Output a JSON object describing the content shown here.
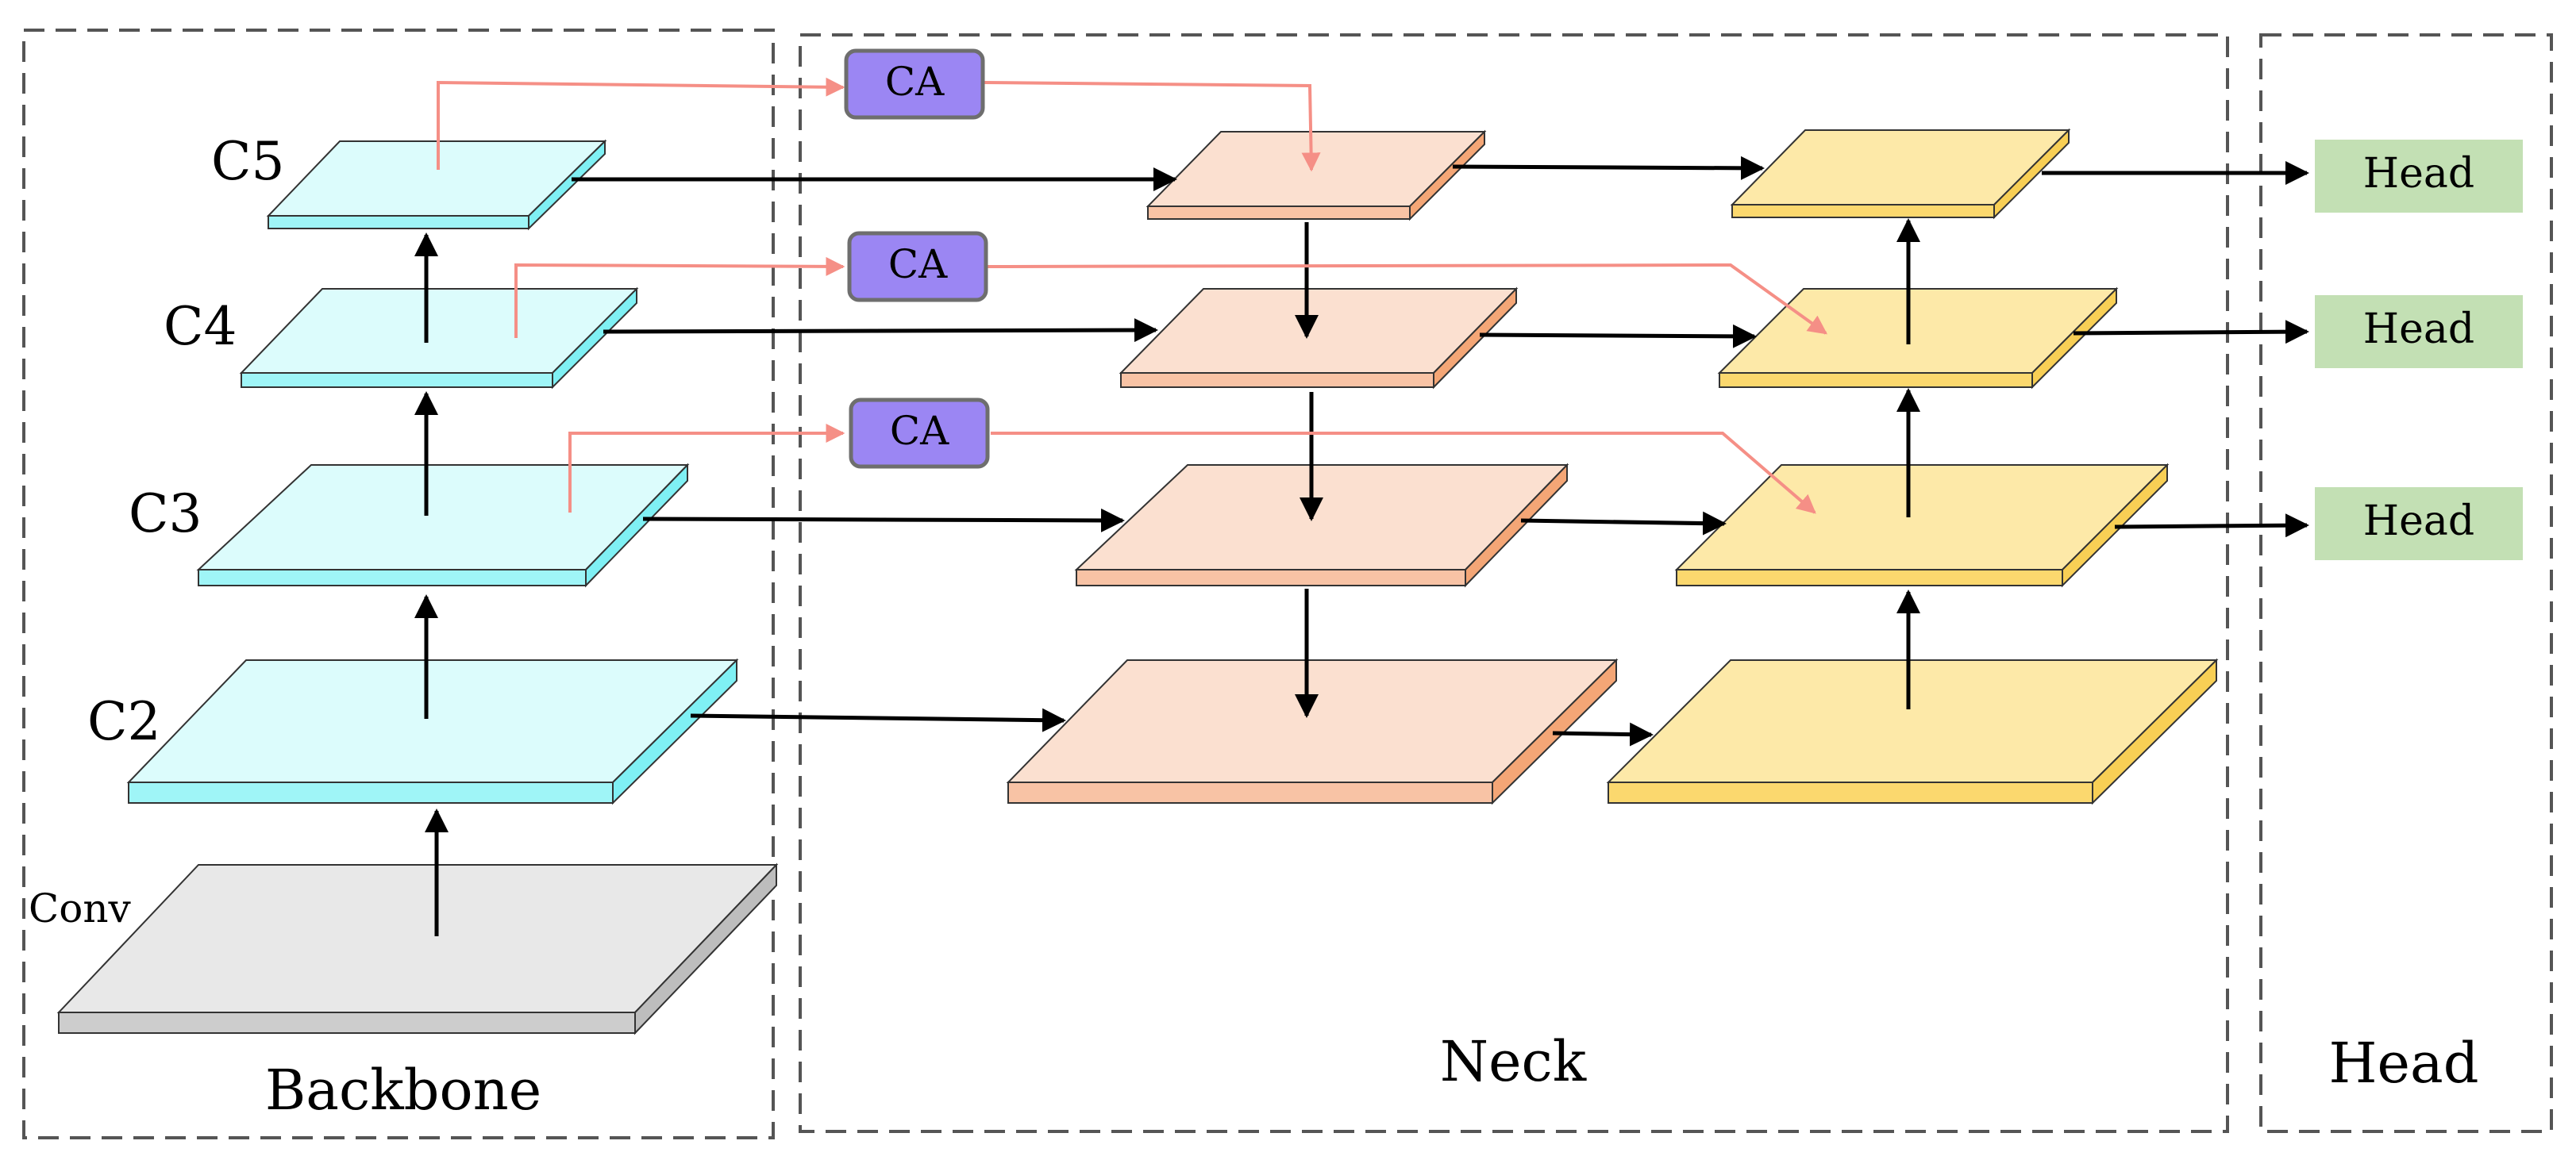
{
  "sections": {
    "backbone": "Backbone",
    "neck": "Neck",
    "head": "Head"
  },
  "backbone_levels": {
    "conv": "Conv",
    "c2": "C2",
    "c3": "C3",
    "c4": "C4",
    "c5": "C5"
  },
  "attention_modules": [
    "CA",
    "CA",
    "CA"
  ],
  "head_blocks": [
    "Head",
    "Head",
    "Head"
  ],
  "colors": {
    "backbone_plane": "#dcfcfc",
    "backbone_edge": "#7ff0f4",
    "conv_plane": "#e8e8e8",
    "conv_edge": "#c9c9c9",
    "neck_td_plane": "#fbe0d0",
    "neck_td_edge": "#f7b896",
    "neck_bu_plane": "#fde9a8",
    "neck_bu_edge": "#f8cf55",
    "ca_fill": "#9b86f3",
    "ca_stroke": "#6e6e6e",
    "head_fill": "#c3e0b4",
    "attention_arrow": "#f58f86",
    "flow_arrow": "#000000",
    "dashed_border": "#555555"
  }
}
